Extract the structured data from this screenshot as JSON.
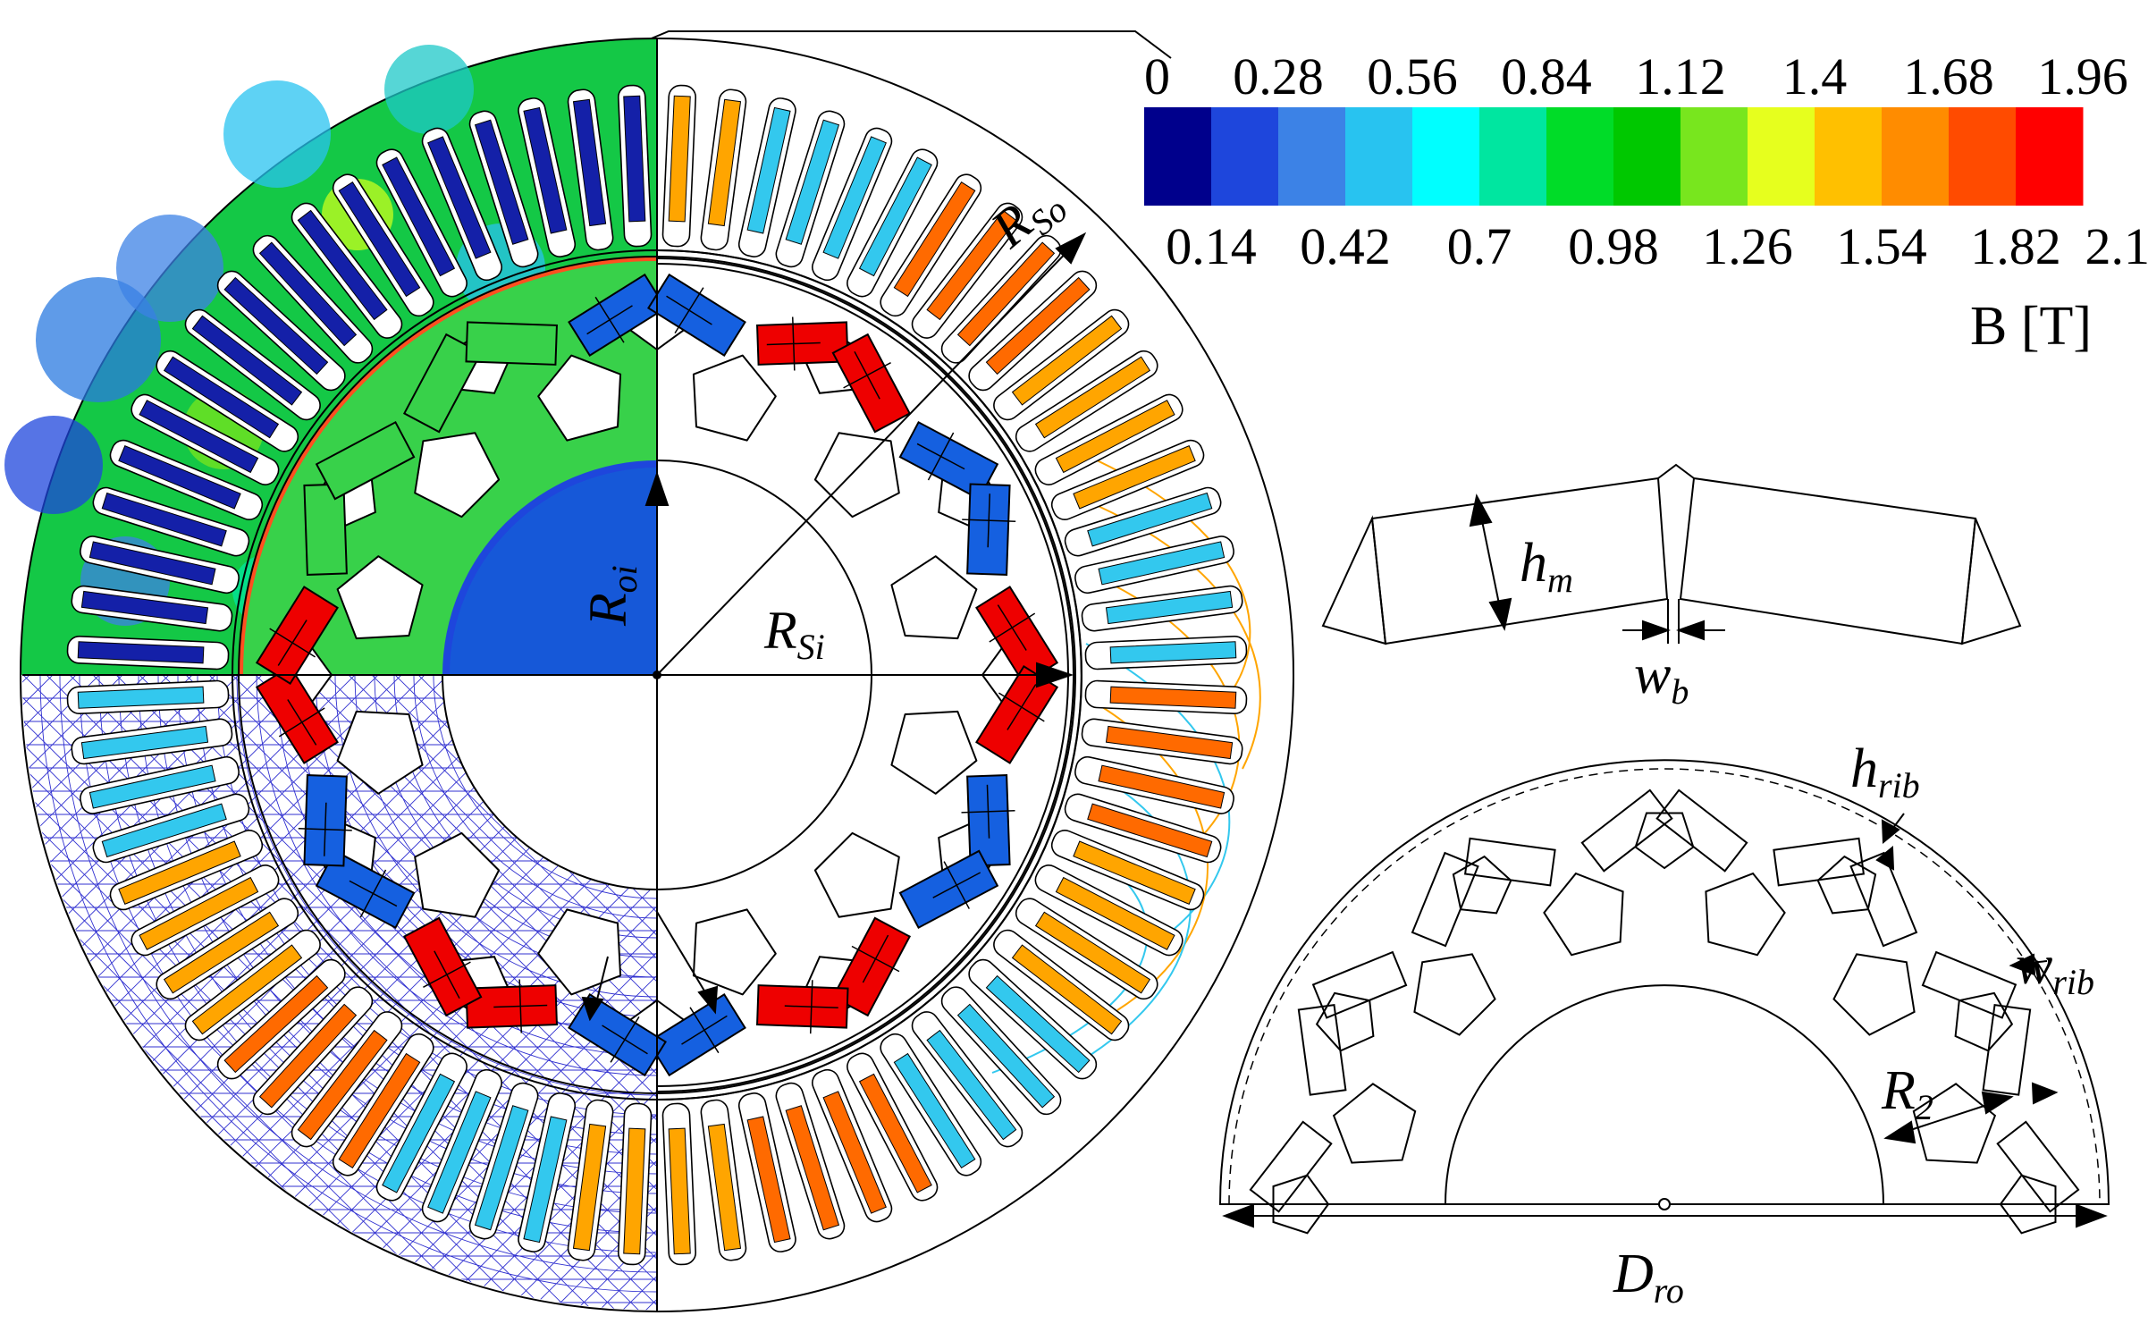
{
  "legend": {
    "top_ticks": [
      "0",
      "0.28",
      "0.56",
      "0.84",
      "1.12",
      "1.4",
      "1.68",
      "1.96"
    ],
    "bottom_ticks": [
      "0.14",
      "0.42",
      "0.7",
      "0.98",
      "1.26",
      "1.54",
      "1.82",
      "2.1"
    ],
    "unit_label": "B [T]",
    "bins": [
      {
        "color": "#00008c"
      },
      {
        "color": "#1e46dc"
      },
      {
        "color": "#3c82e6"
      },
      {
        "color": "#28c3f0"
      },
      {
        "color": "#00ffff"
      },
      {
        "color": "#00e6a0"
      },
      {
        "color": "#00dc28"
      },
      {
        "color": "#00c800"
      },
      {
        "color": "#78e61e"
      },
      {
        "color": "#e6ff1e"
      },
      {
        "color": "#ffc000"
      },
      {
        "color": "#ff8c00"
      },
      {
        "color": "#ff4b00"
      },
      {
        "color": "#ff0000"
      }
    ]
  },
  "labels": {
    "r_so": {
      "main": "R",
      "sub": "So"
    },
    "r_oi": {
      "main": "R",
      "sub": "oi"
    },
    "r_si": {
      "main": "R",
      "sub": "Si"
    },
    "h_m": {
      "main": "h",
      "sub": "m"
    },
    "w_b": {
      "main": "w",
      "sub": "b"
    },
    "h_rib": {
      "main": "h",
      "sub": "rib"
    },
    "w_rib": {
      "main": "w",
      "sub": "rib"
    },
    "r_2": {
      "main": "R",
      "sub": "2"
    },
    "d_ro": {
      "main": "D",
      "sub": "ro"
    }
  },
  "colors": {
    "phase_a": "#ff6a00",
    "phase_b": "#ffa500",
    "phase_c": "#33c8ee",
    "magnet_n": "#ee0000",
    "magnet_s": "#1560e0",
    "mesh": "#3030d0",
    "outline": "#000000"
  }
}
